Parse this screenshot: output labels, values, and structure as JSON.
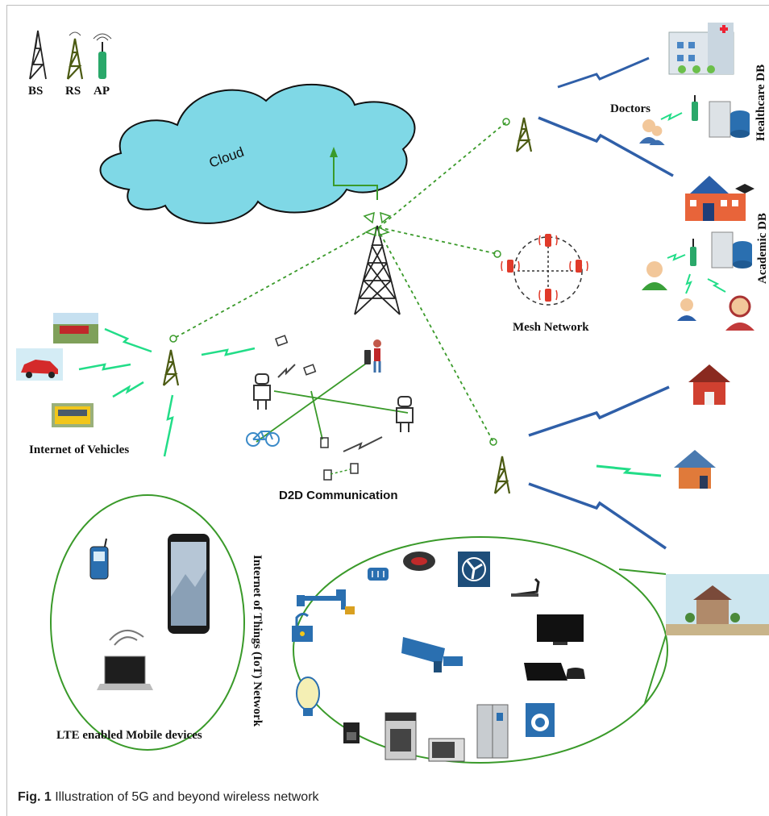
{
  "legend": {
    "bs": "BS",
    "rs": "RS",
    "ap": "AP"
  },
  "cloud_label": "Cloud",
  "doctors_label": "Doctors",
  "healthcare_db_label": "Healthcare DB",
  "academic_db_label": "Academic DB",
  "mesh_network_label": "Mesh Network",
  "iov_label": "Internet of Vehicles",
  "d2d_label": "D2D Communication",
  "iot_label": "Internet of Things (IoT) Network",
  "lte_label": "LTE enabled Mobile devices",
  "caption": {
    "fig": "Fig. 1",
    "text": "Illustration of 5G and beyond wireless network"
  },
  "colors": {
    "cloud": "#7fd8e6",
    "link_green": "#3a9a2a",
    "wireless_green": "#22dd88",
    "wireless_blue": "#2f5fa8",
    "tower": "#222222"
  }
}
